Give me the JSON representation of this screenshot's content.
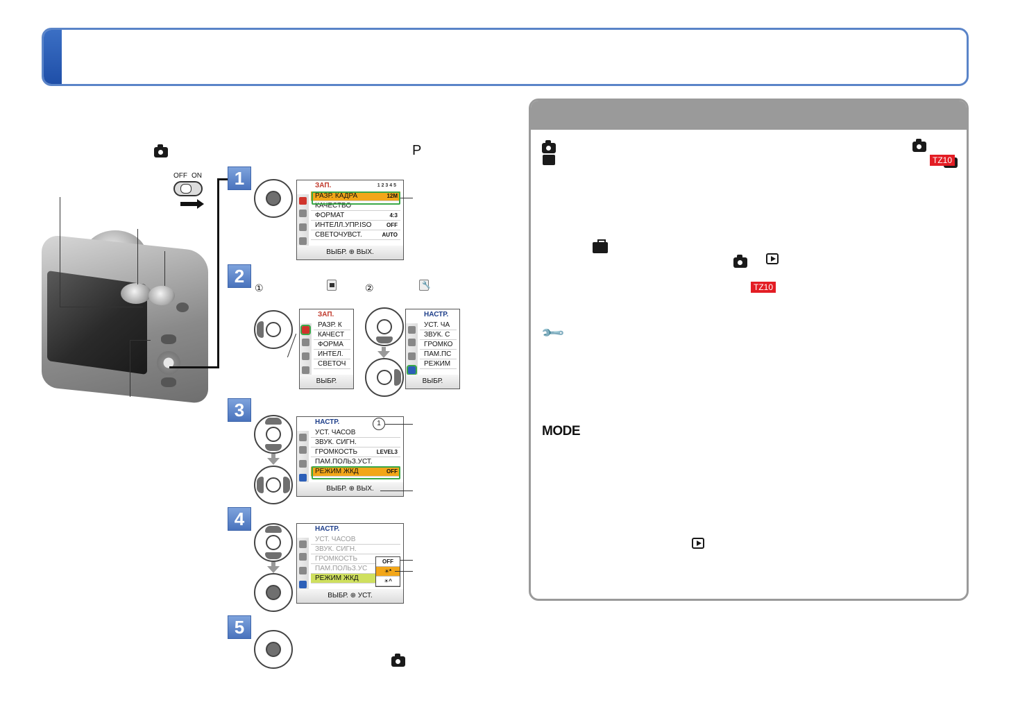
{
  "left_column": {
    "intro_p_letter": "P",
    "power_switch": {
      "off": "OFF",
      "on": "ON"
    }
  },
  "steps": [
    {
      "number": "1"
    },
    {
      "number": "2",
      "sub1": "①",
      "sub2": "②"
    },
    {
      "number": "3"
    },
    {
      "number": "4"
    },
    {
      "number": "5"
    }
  ],
  "menu_rec": {
    "header": "ЗАП.",
    "page_indicator": "1 2 3 4 5",
    "rows": [
      {
        "label": "РАЗР. КАДРА",
        "value": "12M"
      },
      {
        "label": "КАЧЕСТВО",
        "value": ""
      },
      {
        "label": "ФОРМАТ",
        "value": "4:3"
      },
      {
        "label": "ИНТЕЛЛ.УПР.ISO",
        "value": "OFF"
      },
      {
        "label": "СВЕТОЧУВСТ.",
        "value": "AUTO"
      }
    ],
    "footer": "ВЫБР. ⊕ ВЫХ."
  },
  "menu_rec_crop": {
    "header": "ЗАП.",
    "rows": [
      "РАЗР. К",
      "КАЧЕСТ",
      "ФОРМА",
      "ИНТЕЛ.",
      "СВЕТОЧ"
    ],
    "footer": "ВЫБР."
  },
  "menu_setup_crop": {
    "header": "НАСТР.",
    "rows": [
      "УСТ. ЧА",
      "ЗВУК. С",
      "ГРОМКО",
      "ПАМ.ПС",
      "РЕЖИМ"
    ],
    "footer": "ВЫБР."
  },
  "menu_setup": {
    "header": "НАСТР.",
    "page_badge": "1",
    "rows": [
      {
        "label": "УСТ. ЧАСОВ",
        "value": ""
      },
      {
        "label": "ЗВУК. СИГН.",
        "value": ""
      },
      {
        "label": "ГРОМКОСТЬ",
        "value": "LEVEL3"
      },
      {
        "label": "ПАМ.ПОЛЬЗ.УСТ.",
        "value": ""
      },
      {
        "label": "РЕЖИМ ЖКД",
        "value": "OFF"
      }
    ],
    "footer": "ВЫБР. ⊕ ВЫХ."
  },
  "menu_setup_4": {
    "header": "НАСТР.",
    "rows": [
      {
        "label": "УСТ. ЧАСОВ"
      },
      {
        "label": "ЗВУК. СИГН."
      },
      {
        "label": "ГРОМКОСТЬ"
      },
      {
        "label": "ПАМ.ПОЛЬЗ.УС"
      },
      {
        "label": "РЕЖИМ ЖКД"
      }
    ],
    "popup": [
      "OFF",
      "☀*",
      "☀^"
    ],
    "footer": "ВЫБР. ⊕ УСТ."
  },
  "panel": {
    "badges": {
      "tz10_a": "TZ10",
      "tz10_b": "TZ10"
    },
    "mode_label": "MODE"
  },
  "colors": {
    "banner_border": "#5a84c8",
    "banner_tab": "#2f5fb6",
    "panel_gray": "#9a9a9a",
    "step_blue": "#5a82c8",
    "menu_select": "#f2a619",
    "highlight_green": "#3aa848",
    "badge_red": "#e31d24"
  }
}
